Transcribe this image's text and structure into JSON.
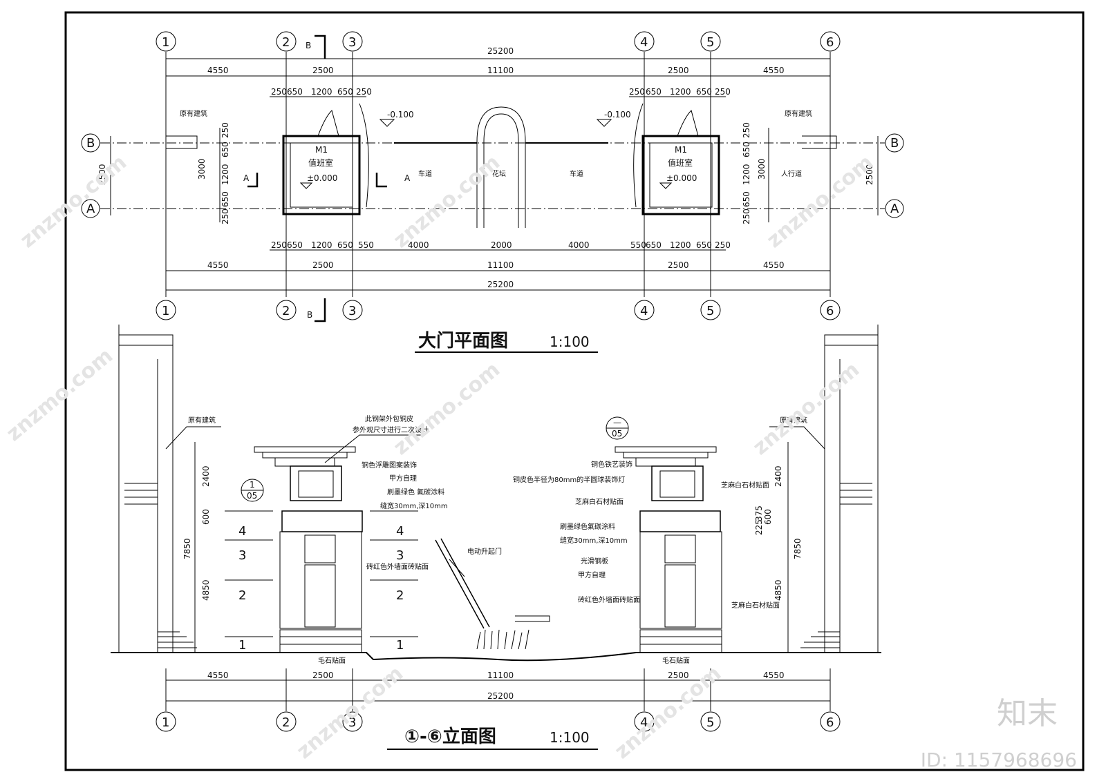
{
  "plan": {
    "title": "大门平面图",
    "scale": "1:100",
    "axes": [
      "1",
      "2",
      "3",
      "4",
      "5",
      "6"
    ],
    "rows": [
      "B",
      "A"
    ],
    "section_b": "B",
    "section_a": "A",
    "dims_top": {
      "total": "25200",
      "seg": [
        "4550",
        "2500",
        "11100",
        "2500",
        "4550"
      ]
    },
    "dims_top_detail": [
      "250",
      "650",
      "1200",
      "650",
      "250"
    ],
    "dims_bottom_detail_left": [
      "250",
      "650",
      "1200",
      "650",
      "550"
    ],
    "dims_bottom_mid": [
      "4000",
      "2000",
      "4000"
    ],
    "dims_bottom_detail_right": [
      "550",
      "650",
      "1200",
      "650",
      "250"
    ],
    "dims_bottom": {
      "total": "25200",
      "seg": [
        "4550",
        "2500",
        "11100",
        "2500",
        "4550"
      ]
    },
    "vert_dims": [
      "250",
      "650",
      "1200",
      "650",
      "250"
    ],
    "vert_total": "3000",
    "row_spacing": "2500",
    "existing_building": "原有建筑",
    "room_tag": "M1",
    "room_name": "值班室",
    "room_level": "±0.000",
    "level_road": "-0.100",
    "lane": "车道",
    "flower_bed": "花坛",
    "sidewalk": "人行道"
  },
  "elevation": {
    "title": "①-⑥立面图",
    "scale": "1:100",
    "axes": [
      "1",
      "2",
      "3",
      "4",
      "5",
      "6"
    ],
    "dims_bottom": {
      "total": "25200",
      "seg": [
        "4550",
        "2500",
        "11100",
        "2500",
        "4550"
      ]
    },
    "left_dims": [
      "2400",
      "600",
      "4850",
      "7850"
    ],
    "right_dims": [
      "2400",
      "375",
      "225",
      "600",
      "4850",
      "7850"
    ],
    "levels": [
      "4",
      "3",
      "2",
      "1"
    ],
    "detail_tag": {
      "num": "1",
      "sheet": "05"
    },
    "detail_tag_right": {
      "num": "—",
      "sheet": "05"
    },
    "notes_left": [
      "原有建筑",
      "此钢架外包铜皮",
      "参外观尺寸进行二次设计",
      "铜色浮雕图案装饰",
      "甲方自理",
      "刷墨绿色 氟碳涂料",
      "缝宽30mm,深10mm",
      "砖红色外墙面砖贴面",
      "毛石贴面"
    ],
    "notes_center": [
      "电动升起门"
    ],
    "notes_right": [
      "铜色铁艺装饰",
      "铜皮色半径为80mm的半圆球装饰灯",
      "芝麻白石材贴面",
      "芝麻白石材贴面",
      "刷墨绿色氟碳涂料",
      "缝宽30mm,深10mm",
      "光滑钢板",
      "甲方自理",
      "砖红色外墙面砖贴面",
      "芝麻白石材贴面",
      "毛石贴面",
      "原有建筑"
    ]
  },
  "watermark": {
    "site": "znzmo.com",
    "brand": "知末",
    "id": "ID: 1157968696"
  }
}
